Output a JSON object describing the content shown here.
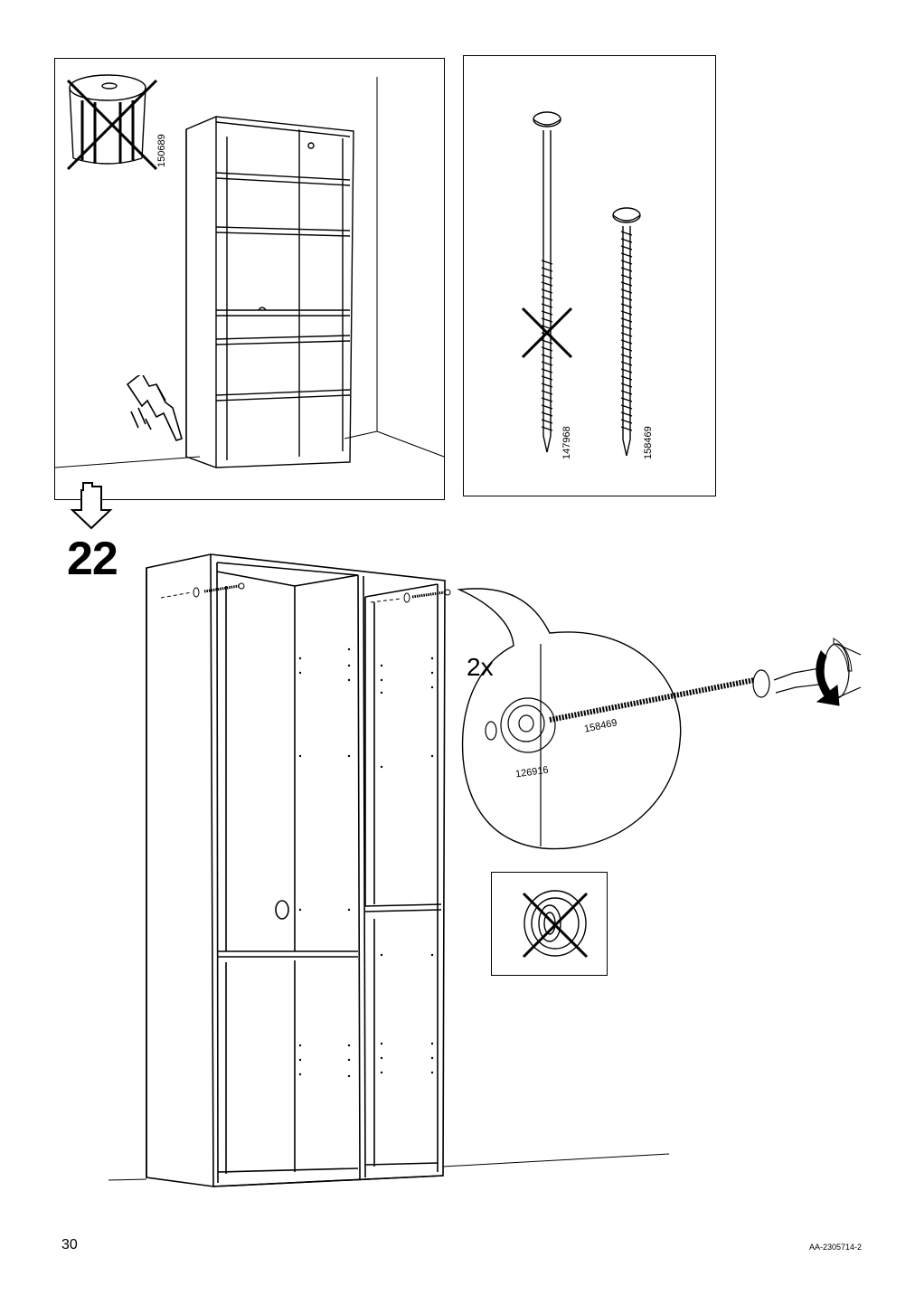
{
  "page": {
    "page_number": "30",
    "document_code": "AA-2305714-2"
  },
  "instruction": {
    "step_number": "22",
    "quantity": "2x"
  },
  "parts": {
    "wall_plug": "150689",
    "long_screw_crossed": "147968",
    "screw_correct": "158469",
    "washer": "126916",
    "screw_in_detail": "158469"
  },
  "icons": {
    "hand_pointing": "hand-pointing-icon",
    "wrong_mark": "cross-icon",
    "rotate_clockwise": "rotate-arrow-icon",
    "next_step_arrow": "down-arrow-icon"
  }
}
